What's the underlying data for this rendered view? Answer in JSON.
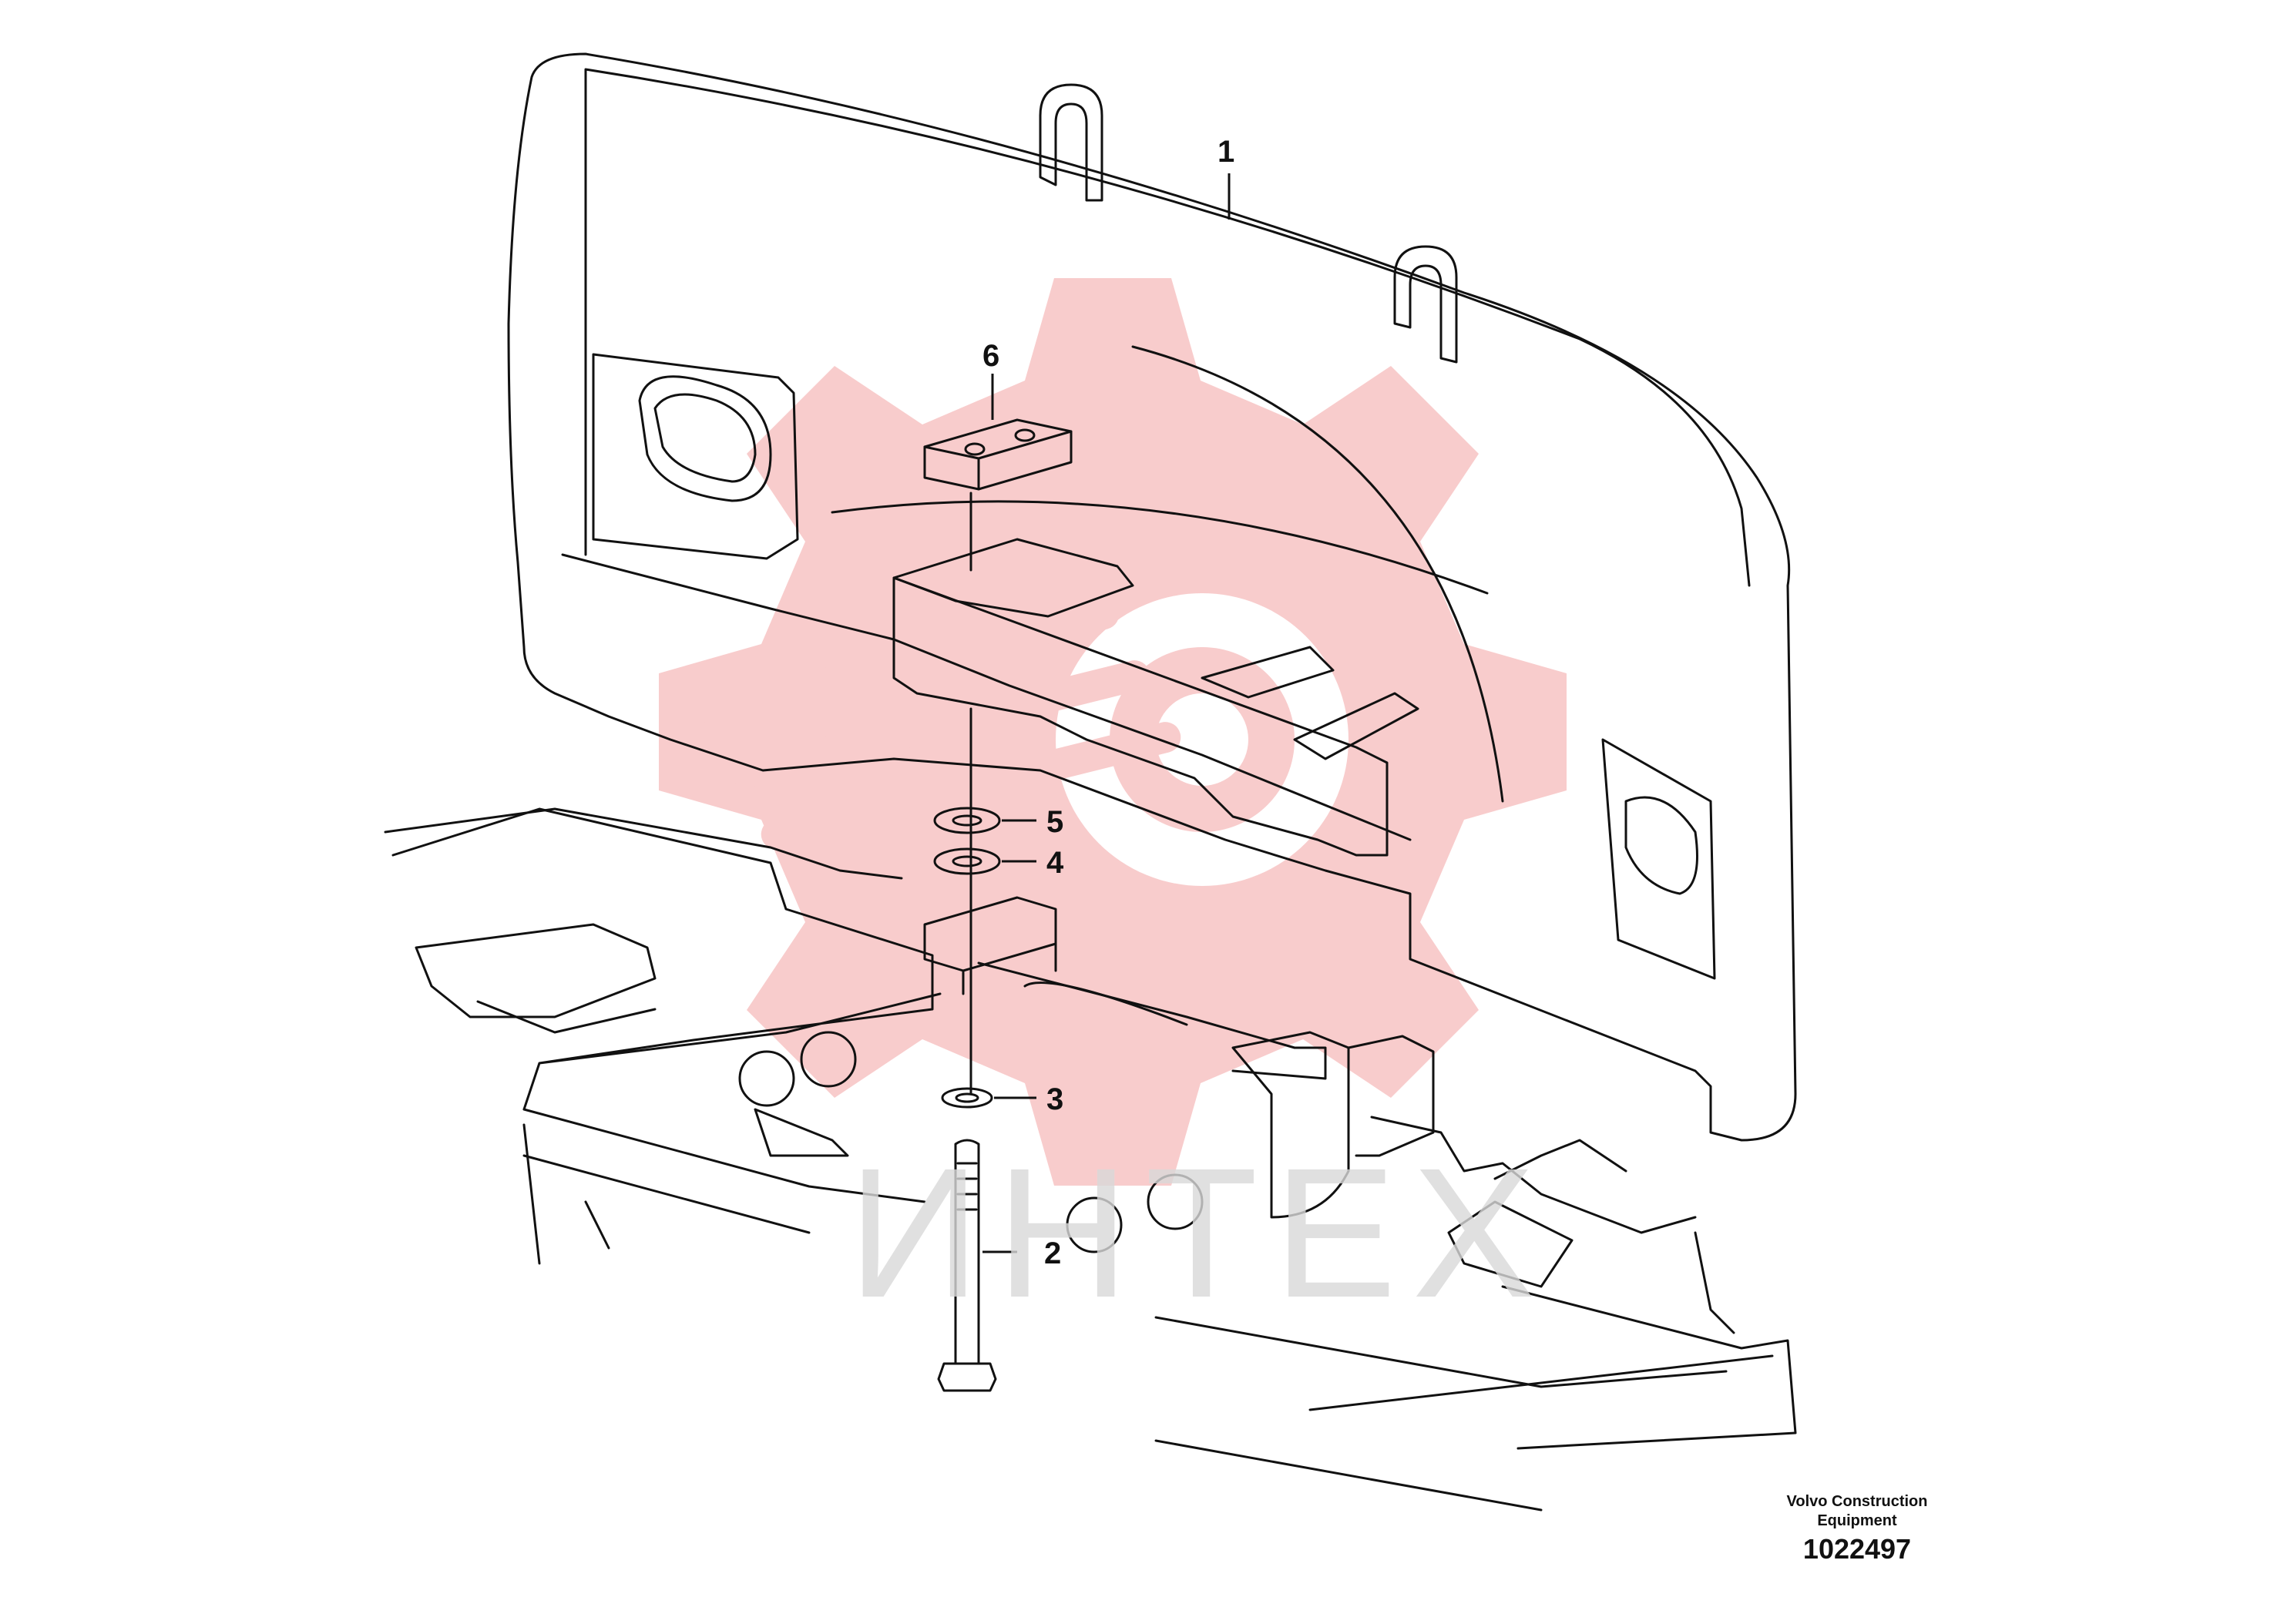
{
  "callouts": [
    {
      "id": "1",
      "label": "1"
    },
    {
      "id": "2",
      "label": "2"
    },
    {
      "id": "3",
      "label": "3"
    },
    {
      "id": "4",
      "label": "4"
    },
    {
      "id": "5",
      "label": "5"
    },
    {
      "id": "6",
      "label": "6"
    }
  ],
  "credit": {
    "line1": "Volvo Construction",
    "line2": "Equipment",
    "drawing_number": "1022497"
  },
  "watermark": {
    "text": "ИНТЕХ",
    "logo_color": "#f4a3a3",
    "text_color": "#d9d9d9"
  },
  "colors": {
    "line": "#111111",
    "background": "#ffffff"
  }
}
